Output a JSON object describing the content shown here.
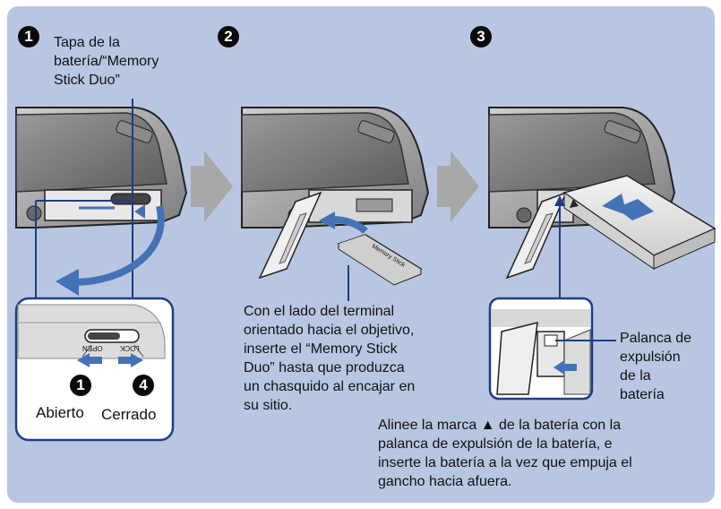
{
  "steps": [
    "1",
    "2",
    "3"
  ],
  "step1": {
    "cover_label": "Tapa de la\nbatería/“Memory\nStick Duo”",
    "open_num": "1",
    "close_num": "4",
    "open_label": "Abierto",
    "close_label": "Cerrado",
    "switch_open": "OPEN",
    "switch_lock": "LOCK"
  },
  "step2": {
    "instruction": "Con el lado del terminal\norientado hacia el objetivo,\ninserte el “Memory Stick\nDuo” hasta que produzca\nun chasquido al encajar en\nsu sitio.",
    "card_text": "Memory Stick"
  },
  "step3": {
    "lever_label": "Palanca de\nexpulsión\nde la\nbatería",
    "instruction": "Alinee la marca ▲ de la batería con la\npalanca de expulsión de la batería, e\ninserte la batería a la vez que empuja el\ngancho hacia afuera."
  },
  "colors": {
    "panel": "#b9c6e2",
    "arrow_blue": "#4472b6",
    "step_arrow": "#a8a8a8"
  }
}
